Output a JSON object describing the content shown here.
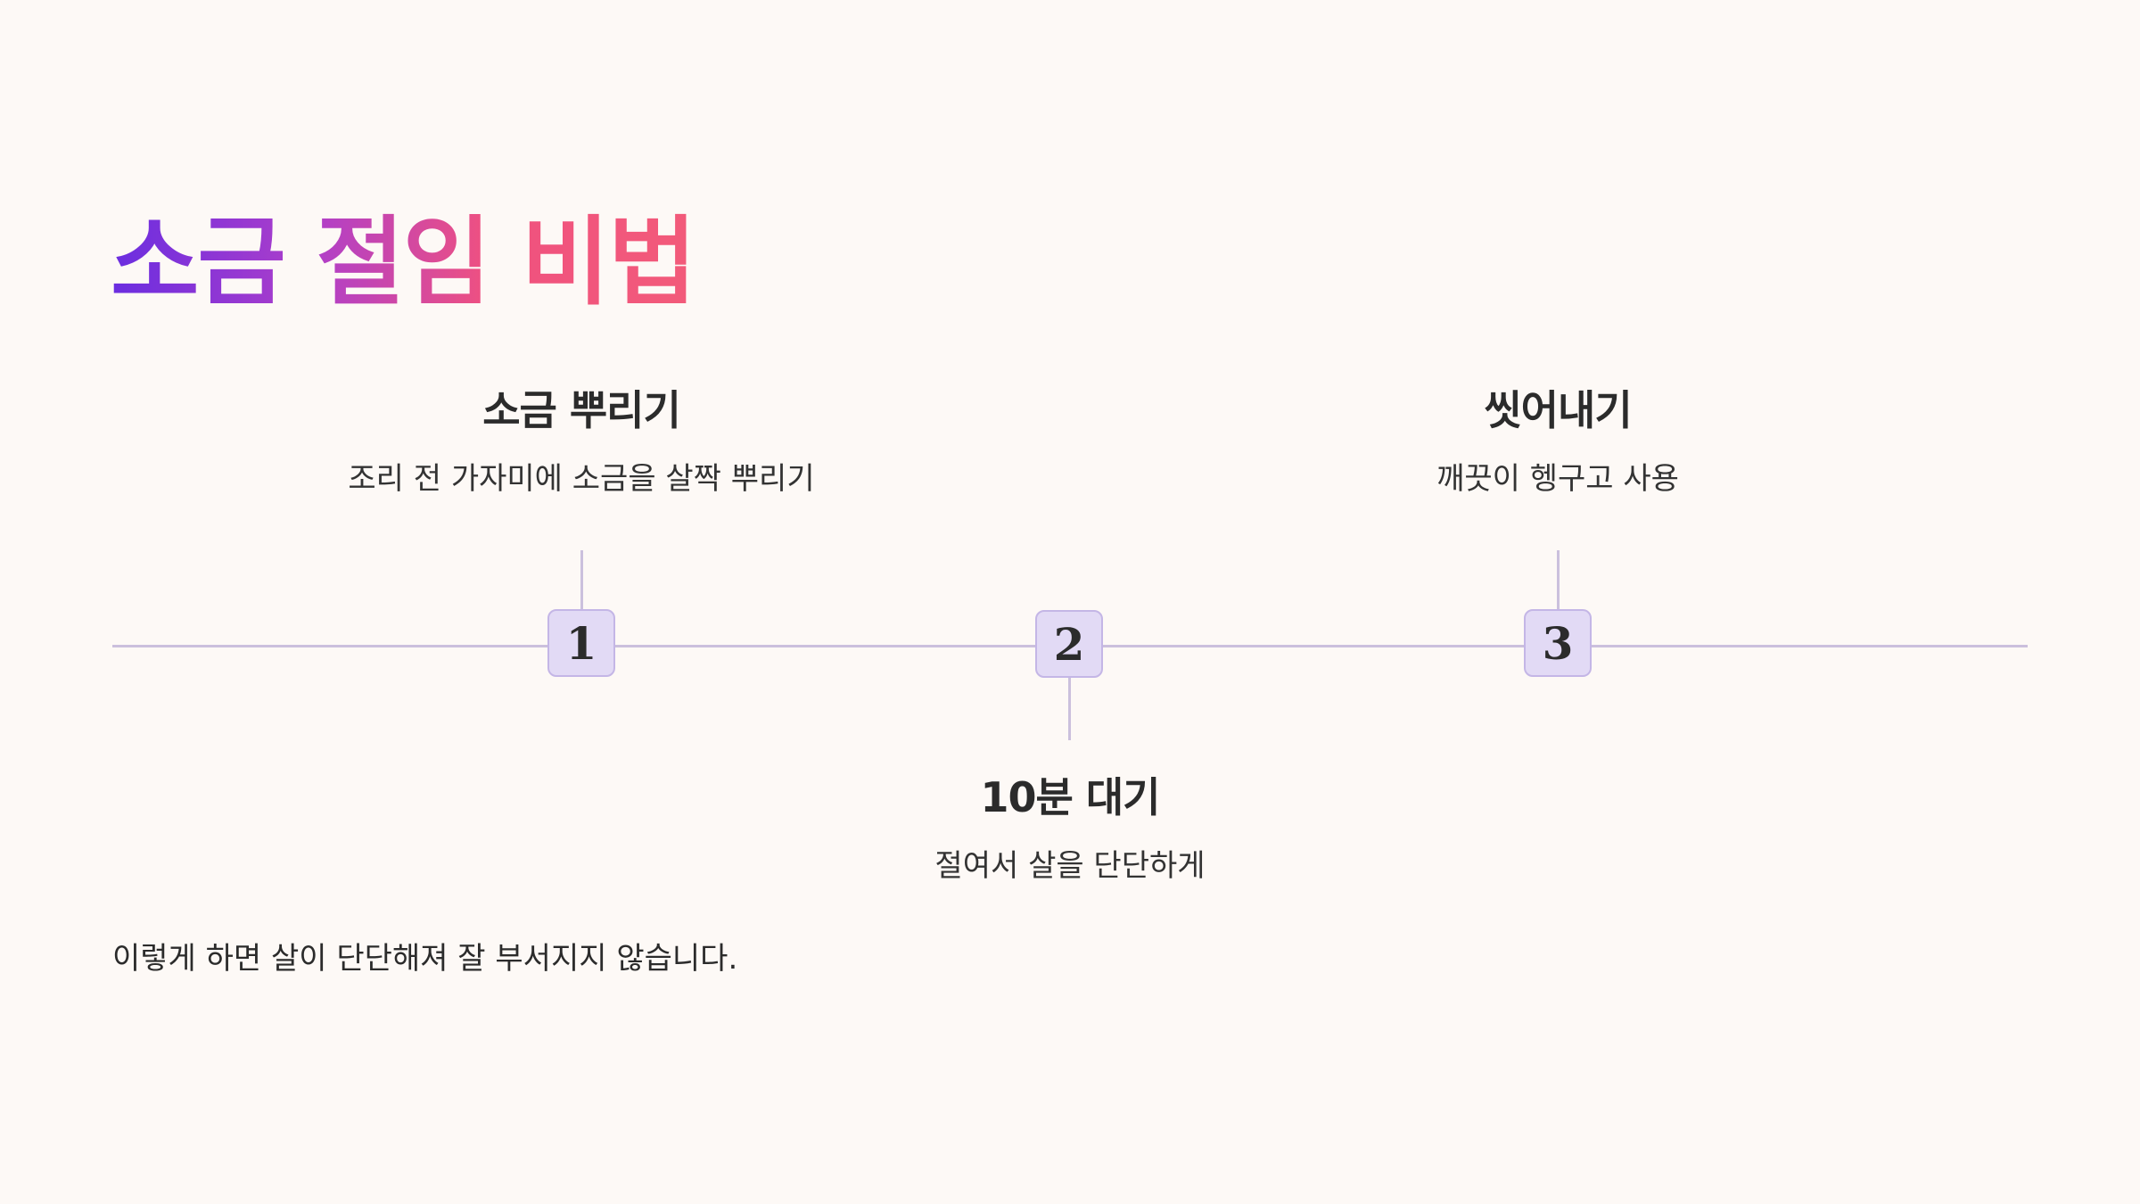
{
  "title": "소금 절임 비법",
  "steps": [
    {
      "number": "1",
      "title": "소금 뿌리기",
      "description": "조리 전 가자미에 소금을 살짝 뿌리기"
    },
    {
      "number": "2",
      "title": "10분 대기",
      "description": "절여서 살을 단단하게"
    },
    {
      "number": "3",
      "title": "씻어내기",
      "description": "깨끗이 헹구고 사용"
    }
  ],
  "footer": "이렇게 하면 살이 단단해져 잘 부서지지 않습니다.",
  "colors": {
    "background": "#fdf9f6",
    "title_gradient_start": "#6a2de0",
    "title_gradient_end": "#f25b7a",
    "timeline_line": "#cbc0dd",
    "step_box_fill": "#e2daf5",
    "step_box_border": "#c4b6e6",
    "text": "#2b2b2b"
  }
}
